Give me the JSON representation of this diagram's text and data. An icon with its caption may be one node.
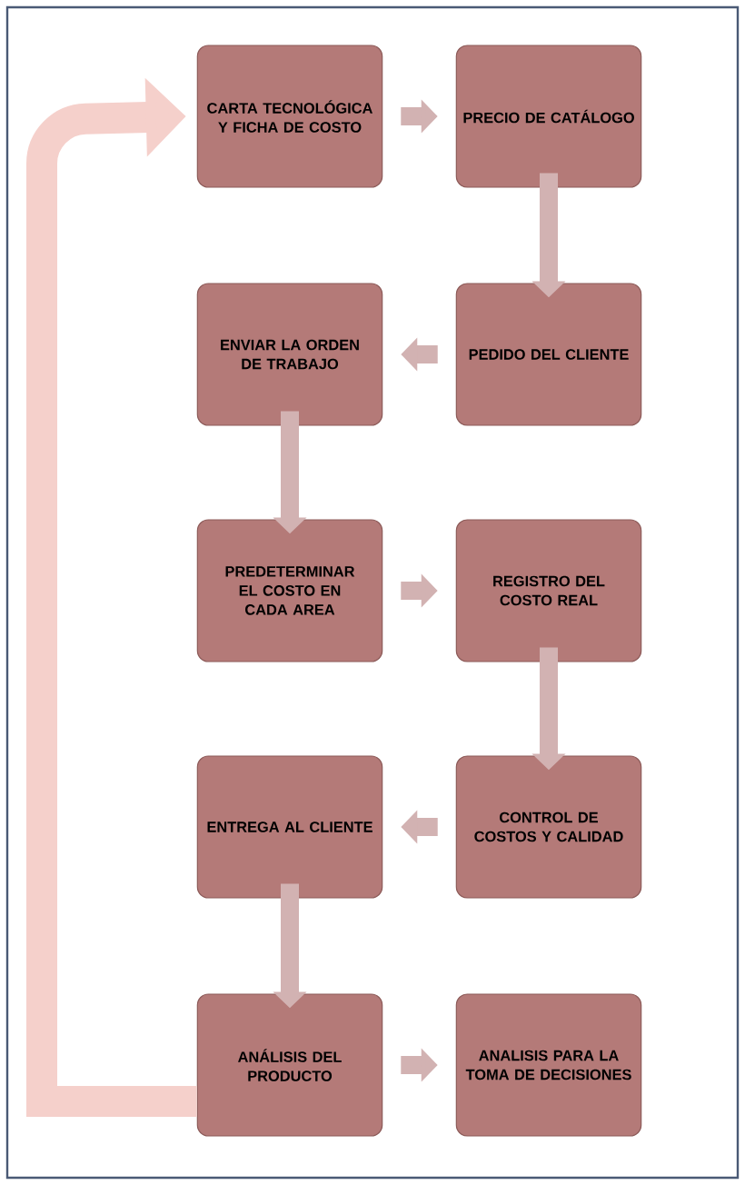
{
  "diagram": {
    "nodes": [
      {
        "text": [
          "CARTA TECNOLÓGICA Y FICHA DE COSTO"
        ]
      },
      {
        "text": [
          "PRECIO DE CATÁLOGO"
        ]
      },
      {
        "text": [
          "ENVIAR LA ORDEN DE TRABAJO"
        ]
      },
      {
        "text": [
          "PEDIDO DEL CLIENTE"
        ]
      },
      {
        "text": [
          "PREDETERMINAR EL COSTO EN CADA AREA"
        ]
      },
      {
        "text": [
          "REGISTRO DEL COSTO REAL"
        ]
      },
      {
        "text": [
          "ENTREGA AL CLIENTE"
        ]
      },
      {
        "text": [
          "CONTROL DE COSTOS Y CALIDAD"
        ]
      },
      {
        "text": [
          "ANÁLISIS DEL PRODUCTO"
        ]
      },
      {
        "text": [
          "ANALISIS PARA LA TOMA DE DECISIONES"
        ]
      }
    ],
    "edges": [
      {
        "from": 0,
        "to": 1,
        "arrow": "to"
      },
      {
        "from": 1,
        "to": 3,
        "arrow": "to"
      },
      {
        "from": 3,
        "to": 2,
        "arrow": "to"
      },
      {
        "from": 2,
        "to": 4,
        "arrow": "to"
      },
      {
        "from": 4,
        "to": 5,
        "arrow": "to"
      },
      {
        "from": 5,
        "to": 7,
        "arrow": "to"
      },
      {
        "from": 7,
        "to": 6,
        "arrow": "to"
      },
      {
        "from": 6,
        "to": 8,
        "arrow": "to"
      },
      {
        "from": 8,
        "to": 9,
        "arrow": "to"
      },
      {
        "from": 8,
        "to": 0,
        "arrow": "to",
        "color": "#f5d0cb"
      }
    ]
  }
}
